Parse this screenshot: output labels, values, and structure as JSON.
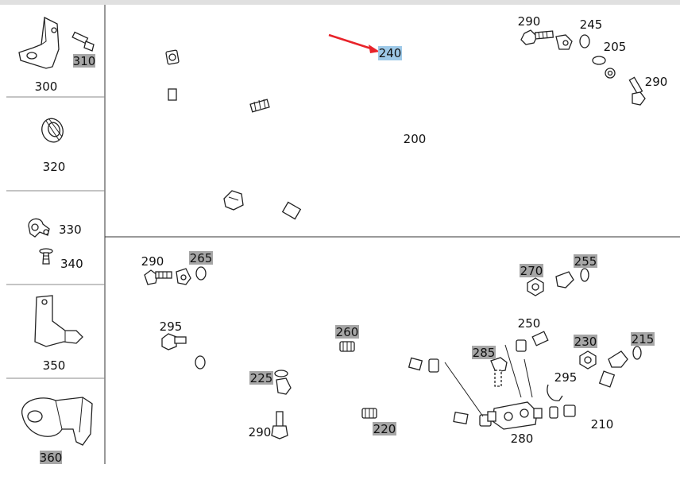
{
  "sidebar": {
    "items": [
      {
        "labels": [
          "310",
          "300"
        ]
      },
      {
        "labels": [
          "320"
        ]
      },
      {
        "labels": [
          "330",
          "340"
        ]
      },
      {
        "labels": [
          "350"
        ]
      },
      {
        "labels": [
          "360"
        ]
      }
    ]
  },
  "upper_panel": {
    "labels": {
      "l240": "240",
      "l290a": "290",
      "l245": "245",
      "l205": "205",
      "l290b": "290",
      "l200": "200"
    },
    "highlighted": "240",
    "arrow_color": "#e8232a"
  },
  "lower_panel": {
    "labels": {
      "l290c": "290",
      "l265": "265",
      "l295a": "295",
      "l260": "260",
      "l270": "270",
      "l255": "255",
      "l250": "250",
      "l285": "285",
      "l230": "230",
      "l215": "215",
      "l295b": "295",
      "l225": "225",
      "l290d": "290",
      "l220": "220",
      "l280": "280",
      "l210": "210"
    }
  },
  "colors": {
    "highlight_gray": "#a6a6a6",
    "highlight_selected": "#9ec9e8"
  }
}
